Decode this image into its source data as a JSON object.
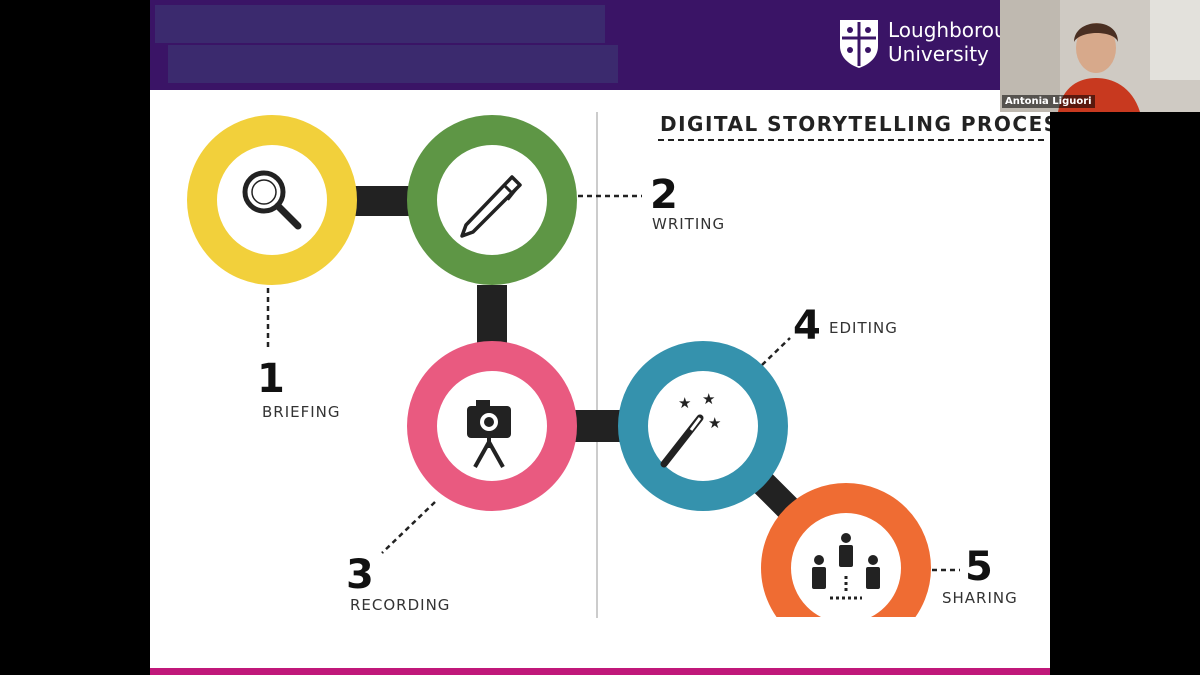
{
  "slide": {
    "title": "DIGITAL STORYTELLING PROCESS",
    "logo": {
      "line1": "Loughborough",
      "line2": "University"
    },
    "steps": [
      {
        "number": "1",
        "label": "BRIEFING",
        "icon": "magnifier-icon",
        "color": "#f2d03b"
      },
      {
        "number": "2",
        "label": "WRITING",
        "icon": "pen-icon",
        "color": "#5e9645"
      },
      {
        "number": "3",
        "label": "RECORDING",
        "icon": "camera-icon",
        "color": "#e95a80"
      },
      {
        "number": "4",
        "label": "EDITING",
        "icon": "magic-wand-icon",
        "color": "#3592ad"
      },
      {
        "number": "5",
        "label": "SHARING",
        "icon": "people-network-icon",
        "color": "#ef6c33"
      }
    ]
  },
  "participant": {
    "name": "Antonia Liguori"
  },
  "colors": {
    "banner": "#3a1466",
    "accent_bar": "#c0187a"
  }
}
